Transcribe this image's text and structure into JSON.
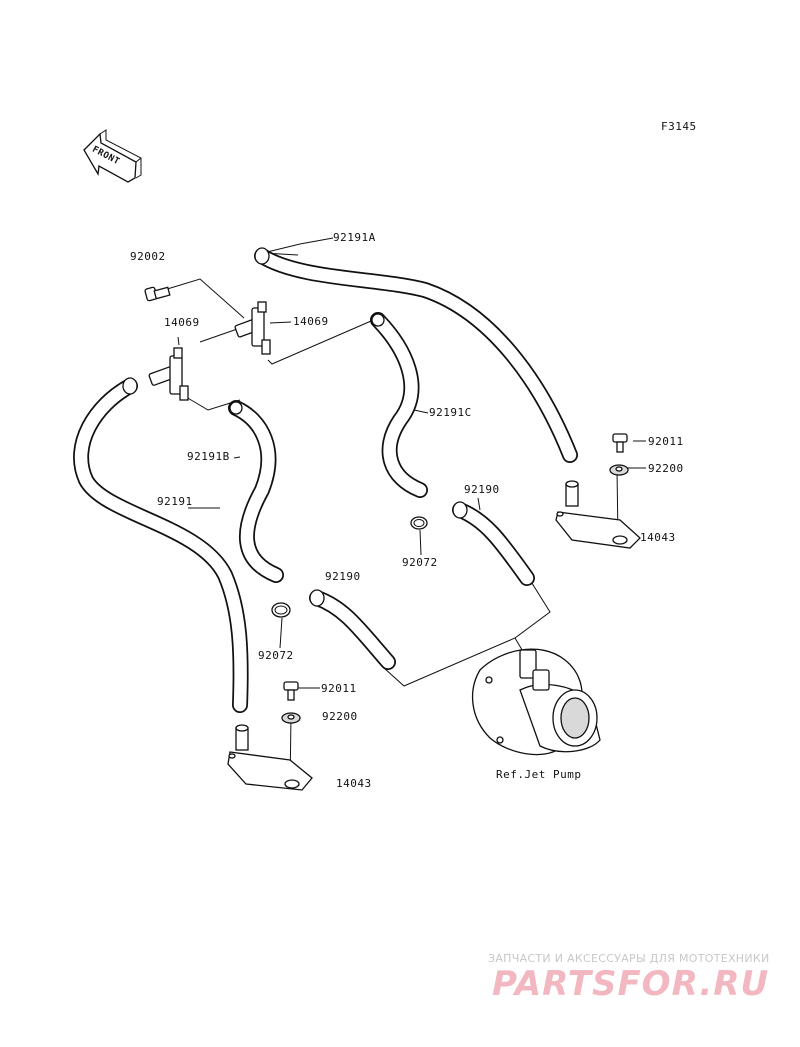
{
  "figure_code": "F3145",
  "front_label": "FRONT",
  "callouts": {
    "hose_a": "92191A",
    "bolt_top": "92002",
    "elbow_left": "14069",
    "elbow_right": "14069",
    "hose_b": "92191B",
    "hose_c": "92191C",
    "hose_main": "92191",
    "hose_short_right": "92190",
    "hose_short_left": "92190",
    "clamp_right": "92072",
    "clamp_left": "92072",
    "bolt_right": "92011",
    "washer_right": "92200",
    "bracket_right": "14043",
    "bolt_left": "92011",
    "washer_left": "92200",
    "bracket_left": "14043",
    "ref_jet_pump": "Ref.Jet Pump"
  },
  "watermark": {
    "tagline": "ЗАПЧАСТИ И АКСЕССУАРЫ ДЛЯ МОТОТЕХНИКИ",
    "logo": "PARTSFOR.RU"
  }
}
